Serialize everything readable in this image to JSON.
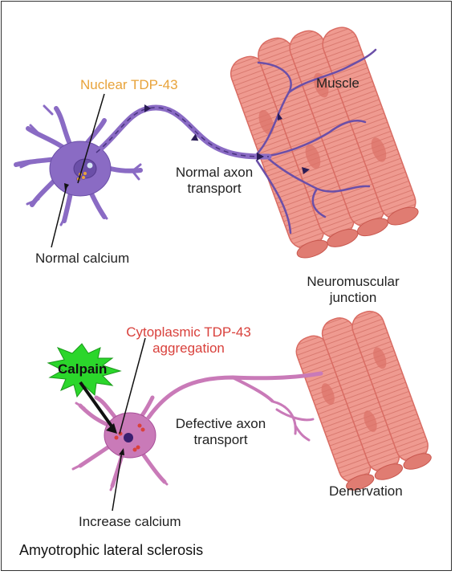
{
  "labels": {
    "nuclear_tdp43": "Nuclear TDP-43",
    "muscle": "Muscle",
    "normal_axon_transport_1": "Normal axon",
    "normal_axon_transport_2": "transport",
    "normal_calcium": "Normal calcium",
    "nmj_1": "Neuromuscular",
    "nmj_2": "junction",
    "cyto_tdp43_1": "Cytoplasmic TDP-43",
    "cyto_tdp43_2": "aggregation",
    "calpain": "Calpain",
    "defective_axon_1": "Defective axon",
    "defective_axon_2": "transport",
    "increase_calcium": "Increase calcium",
    "denervation": "Denervation"
  },
  "caption": "Amyotrophic lateral sclerosis",
  "colors": {
    "healthy_neuron": "#8a6bc4",
    "healthy_neuron_dark": "#6b4fa8",
    "diseased_neuron": "#c97ab8",
    "diseased_neuron_dark": "#a84f98",
    "muscle": "#ef9a90",
    "muscle_stripe": "#d96c63",
    "calpain_burst": "#2bd62b",
    "nuclear_label": "#e8a33a",
    "cyto_label": "#d9413c"
  }
}
